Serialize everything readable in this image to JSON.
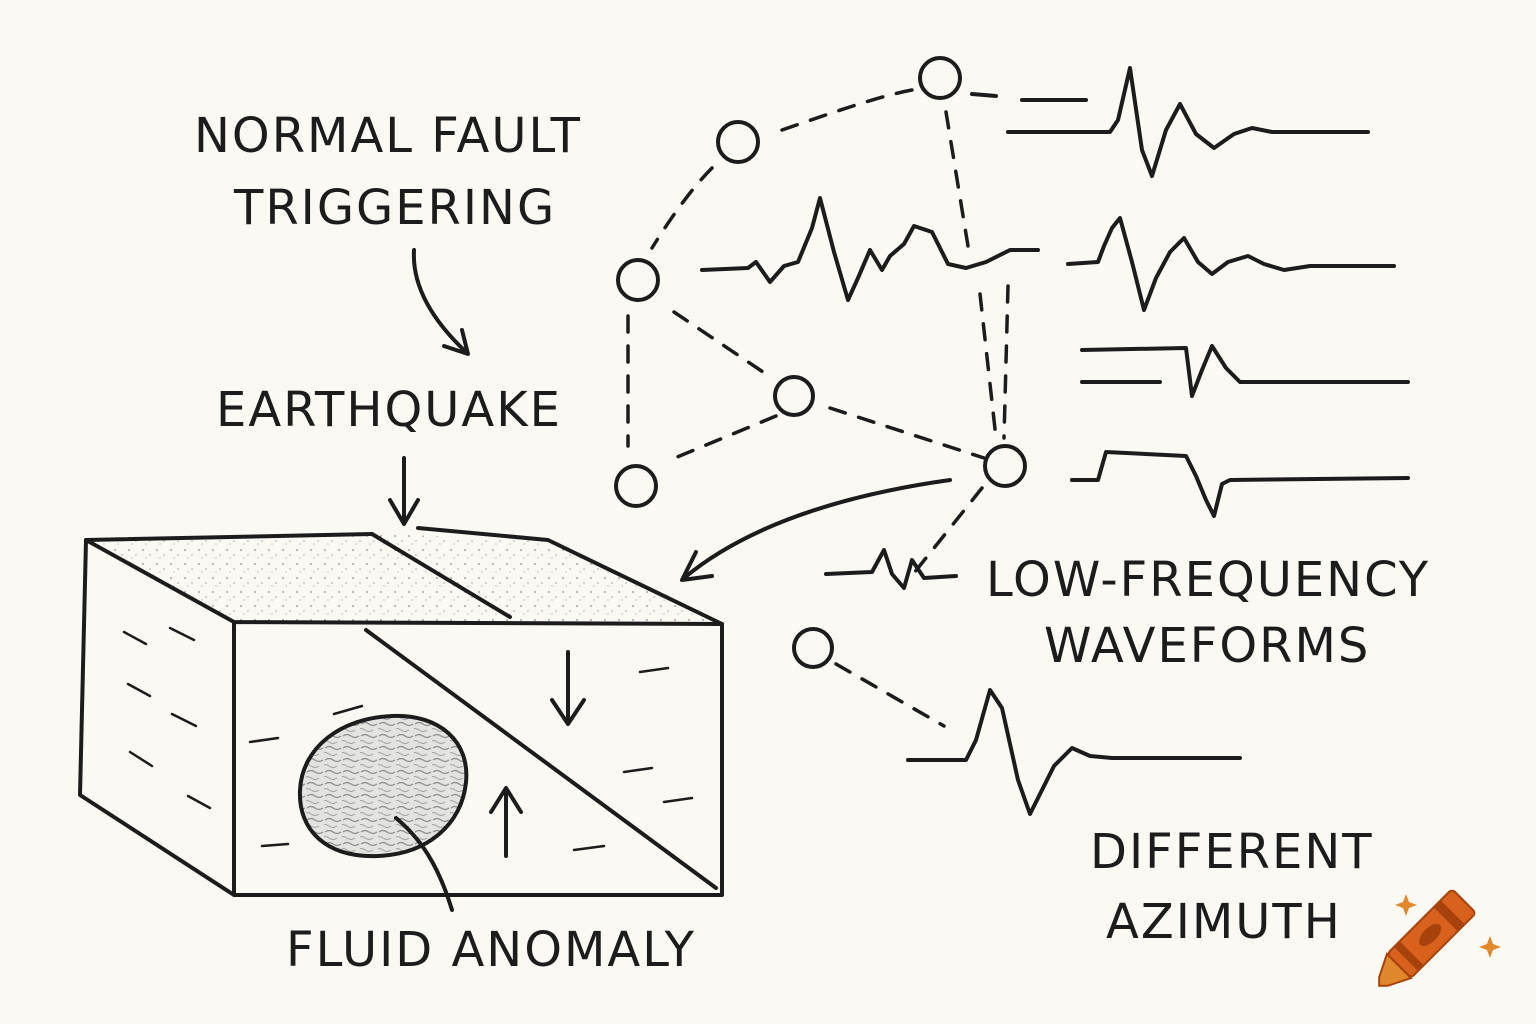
{
  "labels": {
    "normal_fault_line1": "NORMAL FAULT",
    "normal_fault_line2": "TRIGGERING",
    "earthquake": "EARTHQUAKE",
    "fluid_anomaly": "FLUID ANOMALY",
    "low_frequency_line1": "LOW-FREQUENCY",
    "low_frequency_line2": "WAVEFORMS",
    "different_line1": "DIFFERENT",
    "azimuth_line2": "AZIMUTH"
  },
  "colors": {
    "ink": "#1c1c1c",
    "paper": "#faf9f4",
    "crayon": "#d9611e",
    "crayon_dark": "#a8420c",
    "sparkle": "#e2882c"
  },
  "icons": {
    "logo": "crayon-icon"
  }
}
